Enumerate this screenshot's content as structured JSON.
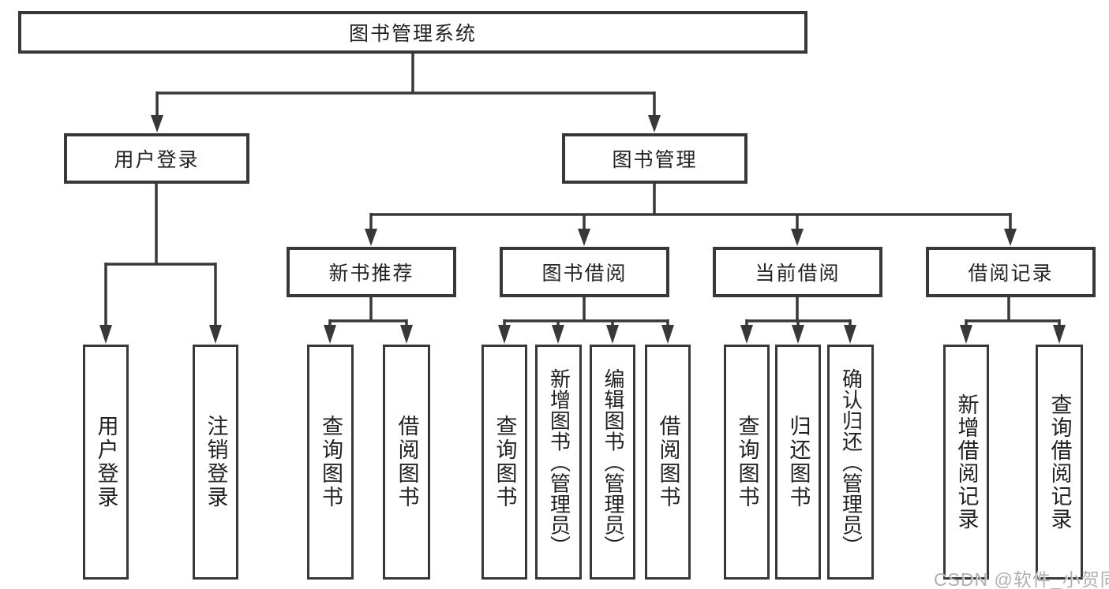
{
  "tree": {
    "root": "图书管理系统",
    "children": [
      {
        "label": "用户登录",
        "children": [
          "用户登录",
          "注销登录"
        ]
      },
      {
        "label": "图书管理",
        "children": [
          {
            "label": "新书推荐",
            "children": [
              "查询图书",
              "借阅图书"
            ]
          },
          {
            "label": "图书借阅",
            "children": [
              "查询图书",
              "新增图书（管理员）",
              "编辑图书（管理员）",
              "借阅图书"
            ]
          },
          {
            "label": "当前借阅",
            "children": [
              "查询图书",
              "归还图书",
              "确认归还（管理员）"
            ]
          },
          {
            "label": "借阅记录",
            "children": [
              "新增借阅记录",
              "查询借阅记录"
            ]
          }
        ]
      }
    ]
  },
  "watermark": "CSDN @软件_小贺同学",
  "colors": {
    "line": "#383838",
    "box_border": "#383838",
    "text": "#222222",
    "watermark": "#b0b0b0",
    "background": "#ffffff"
  }
}
